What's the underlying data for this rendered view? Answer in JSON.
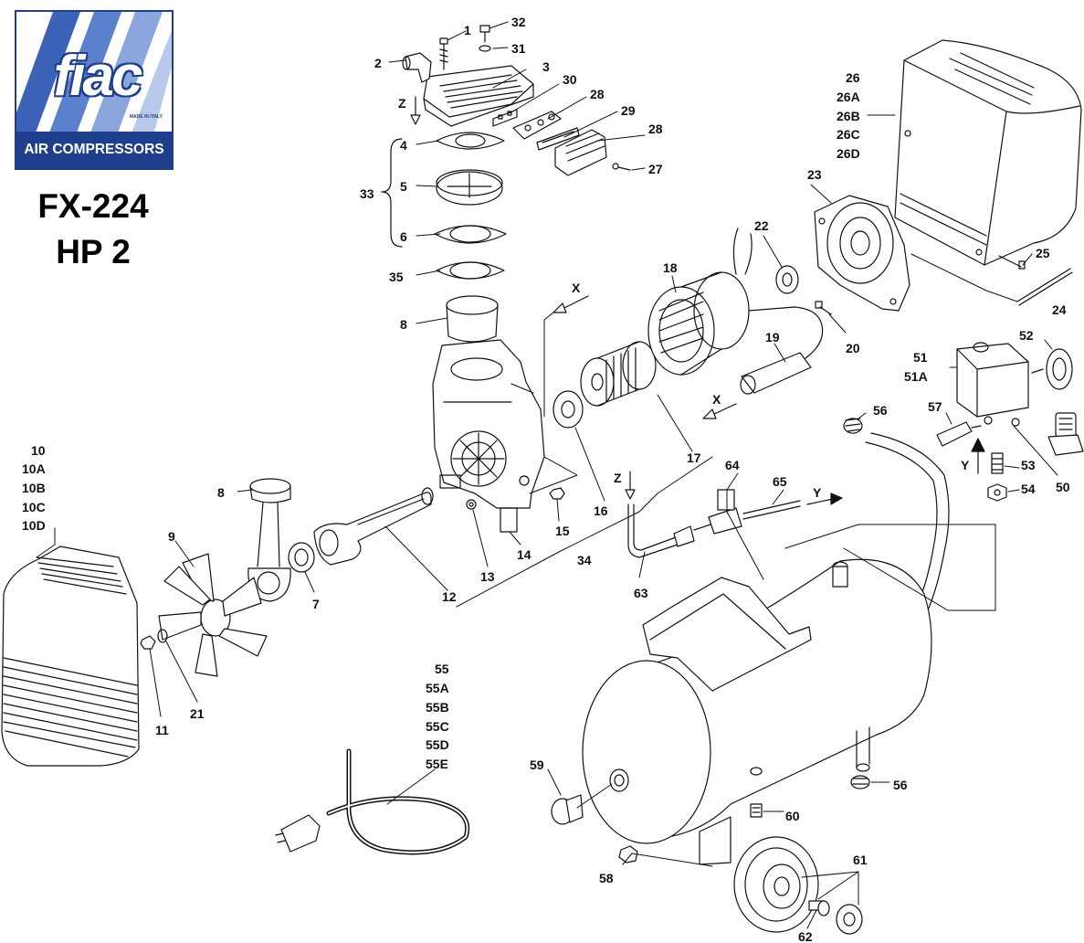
{
  "logo": {
    "brand": "fiac",
    "tagline": "AIR COMPRESSORS",
    "made_in": "MADE IN ITALY"
  },
  "model": {
    "name": "FX-224",
    "power": "HP 2"
  },
  "axes": {
    "x": "X",
    "y": "Y",
    "z": "Z"
  },
  "part_labels": [
    {
      "id": "p1",
      "text": "1"
    },
    {
      "id": "p2",
      "text": "2"
    },
    {
      "id": "p3",
      "text": "3"
    },
    {
      "id": "p4",
      "text": "4"
    },
    {
      "id": "p5",
      "text": "5"
    },
    {
      "id": "p6",
      "text": "6"
    },
    {
      "id": "p7",
      "text": "7"
    },
    {
      "id": "p8a",
      "text": "8"
    },
    {
      "id": "p8b",
      "text": "8"
    },
    {
      "id": "p9",
      "text": "9"
    },
    {
      "id": "p10",
      "text": "10"
    },
    {
      "id": "p10a",
      "text": "10A"
    },
    {
      "id": "p10b",
      "text": "10B"
    },
    {
      "id": "p10c",
      "text": "10C"
    },
    {
      "id": "p10d",
      "text": "10D"
    },
    {
      "id": "p11",
      "text": "11"
    },
    {
      "id": "p12",
      "text": "12"
    },
    {
      "id": "p13",
      "text": "13"
    },
    {
      "id": "p14",
      "text": "14"
    },
    {
      "id": "p15",
      "text": "15"
    },
    {
      "id": "p16",
      "text": "16"
    },
    {
      "id": "p17",
      "text": "17"
    },
    {
      "id": "p18",
      "text": "18"
    },
    {
      "id": "p19",
      "text": "19"
    },
    {
      "id": "p20",
      "text": "20"
    },
    {
      "id": "p21",
      "text": "21"
    },
    {
      "id": "p22",
      "text": "22"
    },
    {
      "id": "p23",
      "text": "23"
    },
    {
      "id": "p24",
      "text": "24"
    },
    {
      "id": "p25",
      "text": "25"
    },
    {
      "id": "p26",
      "text": "26"
    },
    {
      "id": "p26a",
      "text": "26A"
    },
    {
      "id": "p26b",
      "text": "26B"
    },
    {
      "id": "p26c",
      "text": "26C"
    },
    {
      "id": "p26d",
      "text": "26D"
    },
    {
      "id": "p27",
      "text": "27"
    },
    {
      "id": "p28a",
      "text": "28"
    },
    {
      "id": "p28b",
      "text": "28"
    },
    {
      "id": "p29",
      "text": "29"
    },
    {
      "id": "p30",
      "text": "30"
    },
    {
      "id": "p31",
      "text": "31"
    },
    {
      "id": "p32",
      "text": "32"
    },
    {
      "id": "p33",
      "text": "33"
    },
    {
      "id": "p34",
      "text": "34"
    },
    {
      "id": "p35",
      "text": "35"
    },
    {
      "id": "p50",
      "text": "50"
    },
    {
      "id": "p51",
      "text": "51"
    },
    {
      "id": "p51a",
      "text": "51A"
    },
    {
      "id": "p52",
      "text": "52"
    },
    {
      "id": "p53",
      "text": "53"
    },
    {
      "id": "p54",
      "text": "54"
    },
    {
      "id": "p55",
      "text": "55"
    },
    {
      "id": "p55a",
      "text": "55A"
    },
    {
      "id": "p55b",
      "text": "55B"
    },
    {
      "id": "p55c",
      "text": "55C"
    },
    {
      "id": "p55d",
      "text": "55D"
    },
    {
      "id": "p55e",
      "text": "55E"
    },
    {
      "id": "p56a",
      "text": "56"
    },
    {
      "id": "p56b",
      "text": "56"
    },
    {
      "id": "p57",
      "text": "57"
    },
    {
      "id": "p58",
      "text": "58"
    },
    {
      "id": "p59",
      "text": "59"
    },
    {
      "id": "p60",
      "text": "60"
    },
    {
      "id": "p61",
      "text": "61"
    },
    {
      "id": "p62",
      "text": "62"
    },
    {
      "id": "p63",
      "text": "63"
    },
    {
      "id": "p64",
      "text": "64"
    },
    {
      "id": "p65",
      "text": "65"
    }
  ]
}
